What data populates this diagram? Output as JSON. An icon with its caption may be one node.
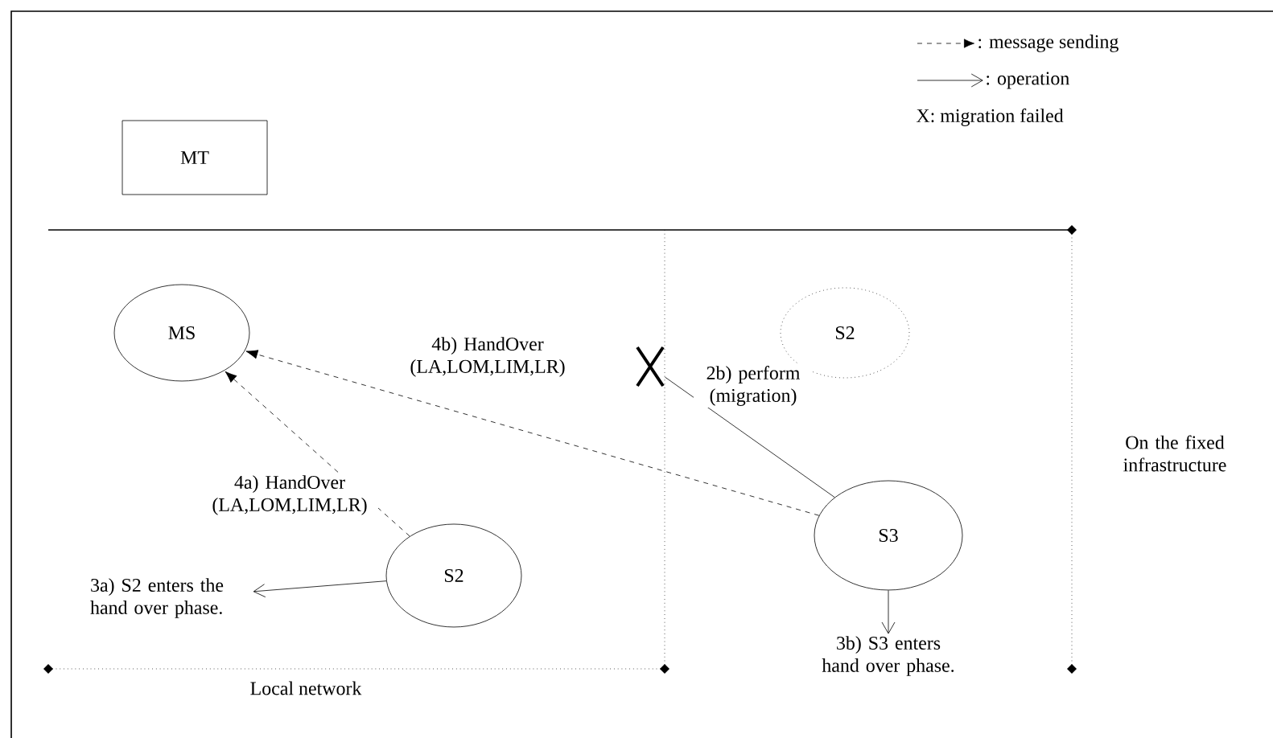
{
  "diagram": {
    "nodes": [
      {
        "text": [
          "MT"
        ]
      },
      {
        "text": [
          "MS"
        ]
      },
      {
        "text": [
          "S2"
        ]
      },
      {
        "text": [
          "S2"
        ]
      },
      {
        "text": [
          "S3"
        ]
      },
      {
        "text": [
          "3a) S2 enters the hand over phase."
        ]
      },
      {
        "text": [
          "3b) S3 enters hand over phase."
        ]
      },
      {
        "text": [],
        "shape": "cross"
      }
    ],
    "edges": [
      {
        "from": 3,
        "to": 1,
        "arrow": "to",
        "style": "dashed",
        "label": "4a) HandOver (LA,LOM,LIM,LR)"
      },
      {
        "from": 4,
        "to": 1,
        "arrow": "to",
        "style": "dashed",
        "label": "4b) HandOver (LA,LOM,LIM,LR)"
      },
      {
        "from": 4,
        "to": 7,
        "arrow": "none",
        "label": "2b) perform (migration)"
      },
      {
        "from": 3,
        "to": 5,
        "arrow": "to"
      },
      {
        "from": 4,
        "to": 6,
        "arrow": "to"
      }
    ],
    "labels": [
      "On the fixed infrastructure",
      "Local network"
    ],
    "legend": [
      {
        "text": ": message sending"
      },
      {
        "text": ": operation"
      },
      {
        "text": "X: migration failed"
      }
    ]
  }
}
